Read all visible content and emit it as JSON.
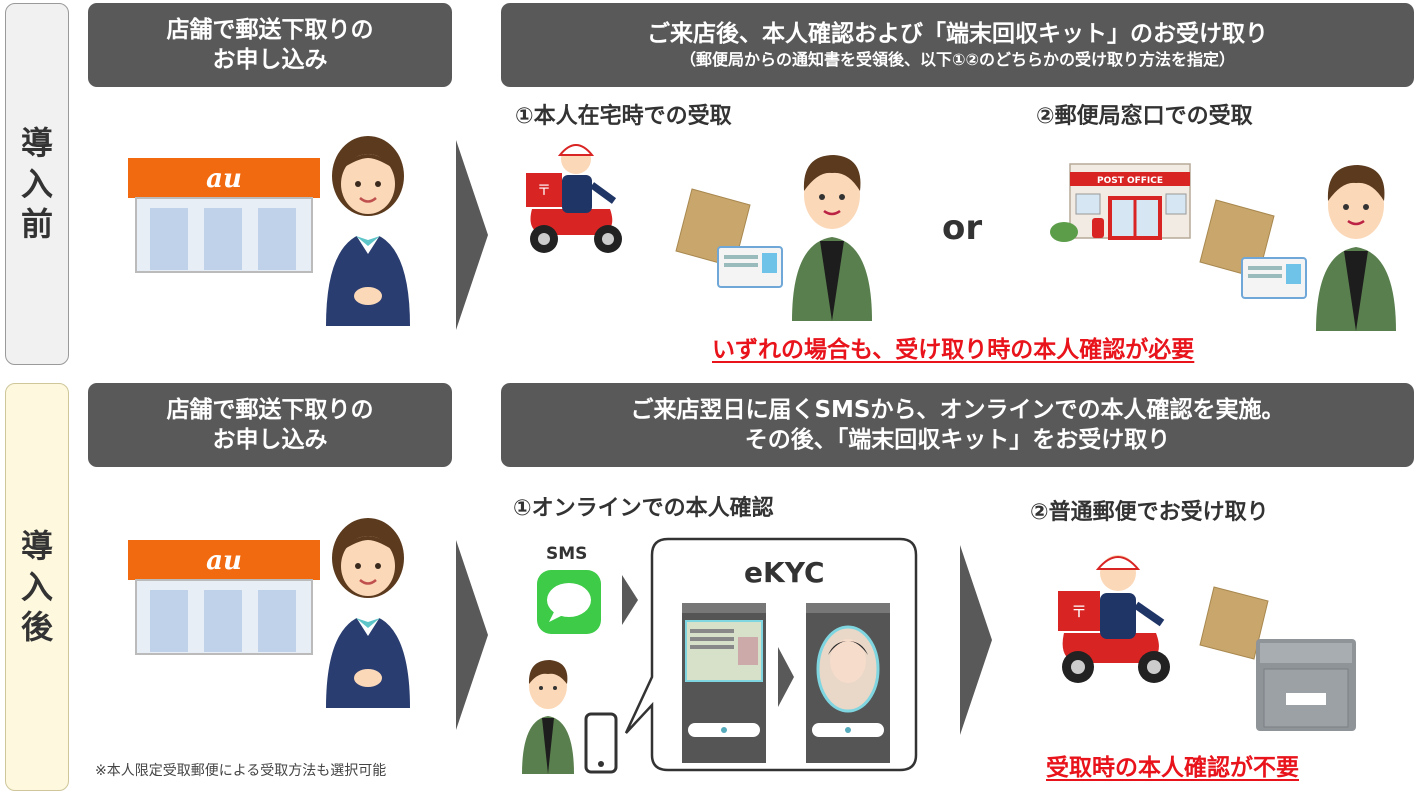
{
  "before": {
    "side_label": [
      "導",
      "入",
      "前"
    ],
    "step1_banner": [
      "店舗で郵送下取りの",
      "お申し込み"
    ],
    "step2_banner_main": "ご来店後、本人確認および「端末回収キット」のお受け取り",
    "step2_banner_sub": "（郵便局からの通知書を受領後、以下①②のどちらかの受け取り方法を指定）",
    "option1_title": "①本人在宅時での受取",
    "or_label": "or",
    "option2_title": "②郵便局窓口での受取",
    "post_office_sign": "POST OFFICE",
    "note": "いずれの場合も、受け取り時の本人確認が必要"
  },
  "after": {
    "side_label": [
      "導",
      "入",
      "後"
    ],
    "step1_banner": [
      "店舗で郵送下取りの",
      "お申し込み"
    ],
    "step2_banner": [
      "ご来店翌日に届くSMSから、オンラインでの本人確認を実施。",
      "その後、「端末回収キット」をお受け取り"
    ],
    "step_online_title": "①オンラインでの本人確認",
    "sms_label": "SMS",
    "ekyc_label": "eKYC",
    "step_mail_title": "②普通郵便でお受け取り",
    "note": "受取時の本人確認が不要",
    "footnote": "※本人限定受取郵便による受取方法も選択可能"
  },
  "store_logo": "au",
  "colors": {
    "banner_bg": "#595959",
    "accent_red": "#e8131b",
    "store_orange": "#f26a0f",
    "sms_green": "#3dcb48",
    "side_before_bg": "#f1f1f1",
    "side_after_bg": "#fdf8de"
  }
}
